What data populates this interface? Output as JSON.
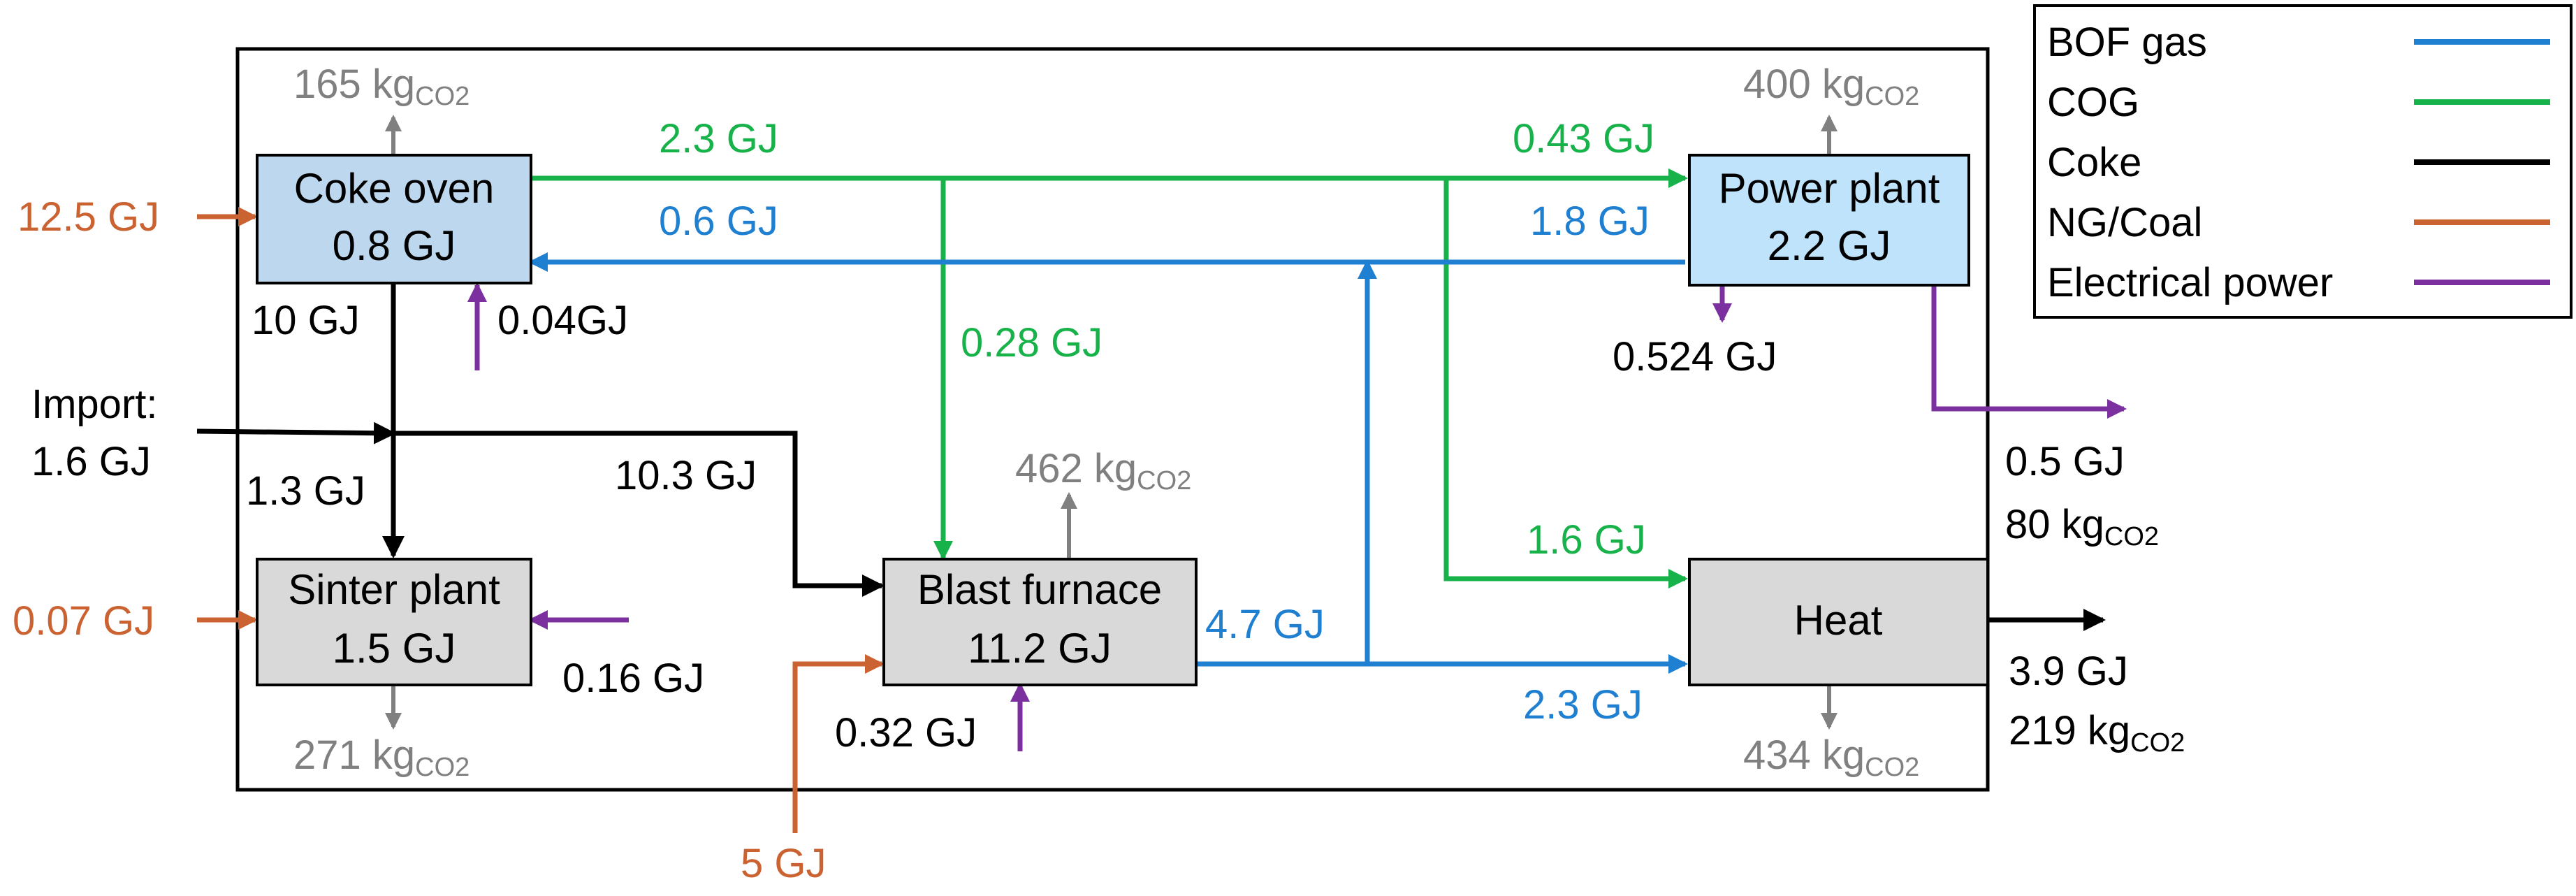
{
  "colors": {
    "bof_gas": "#1F7FD0",
    "cog": "#18B24B",
    "coke": "#000000",
    "ng_coal": "#CB6231",
    "electrical_power": "#7C2F9E",
    "emission": "#808080",
    "coke_oven_fill": "#BDD7EE",
    "power_plant_fill": "#BFE3FA",
    "grey_box_fill": "#D9D9D9"
  },
  "legend": {
    "items": [
      {
        "label": "BOF gas",
        "color_key": "bof_gas"
      },
      {
        "label": "COG",
        "color_key": "cog"
      },
      {
        "label": "Coke",
        "color_key": "coke"
      },
      {
        "label": "NG/Coal",
        "color_key": "ng_coal"
      },
      {
        "label": "Electrical power",
        "color_key": "electrical_power"
      }
    ]
  },
  "boxes": {
    "coke_oven": {
      "name": "Coke oven",
      "value": "0.8 GJ"
    },
    "power_plant": {
      "name": "Power plant",
      "value": "2.2 GJ"
    },
    "sinter_plant": {
      "name": "Sinter plant",
      "value": "1.5 GJ"
    },
    "blast_furnace": {
      "name": "Blast furnace",
      "value": "11.2 GJ"
    },
    "heat": {
      "name": "Heat"
    }
  },
  "emissions": {
    "coke_oven": {
      "value": "165 kg",
      "sub": "CO2"
    },
    "power_plant": {
      "value": "400 kg",
      "sub": "CO2"
    },
    "blast_furnace": {
      "value": "462 kg",
      "sub": "CO2"
    },
    "sinter_plant": {
      "value": "271 kg",
      "sub": "CO2"
    },
    "heat": {
      "value": "434 kg",
      "sub": "CO2"
    }
  },
  "flows": {
    "cog_coke_to_power": "2.3 GJ",
    "cog_to_power": "0.43 GJ",
    "bof_to_coke": "0.6 GJ",
    "bof_to_power": "1.8 GJ",
    "cog_to_blast": "0.28 GJ",
    "power_self_elec": "0.524 GJ",
    "ng_to_coke": "12.5 GJ",
    "coke_from_oven": "10 GJ",
    "elec_to_coke": "0.04GJ",
    "import_label": "Import:",
    "import_value": "1.6 GJ",
    "coke_to_sinter": "1.3 GJ",
    "coke_to_blast": "10.3 GJ",
    "cog_to_heat": "1.6 GJ",
    "ng_to_sinter": "0.07 GJ",
    "elec_to_sinter": "0.16 GJ",
    "bof_from_blast": "4.7 GJ",
    "bof_to_heat": "2.3 GJ",
    "elec_to_blast": "0.32 GJ",
    "ng_to_blast": "5 GJ"
  },
  "outputs": {
    "power_export_value": "0.5 GJ",
    "power_export_emission": "80 kg",
    "power_export_sub": "CO2",
    "heat_export_value": "3.9 GJ",
    "heat_export_emission": "219 kg",
    "heat_export_sub": "CO2"
  }
}
